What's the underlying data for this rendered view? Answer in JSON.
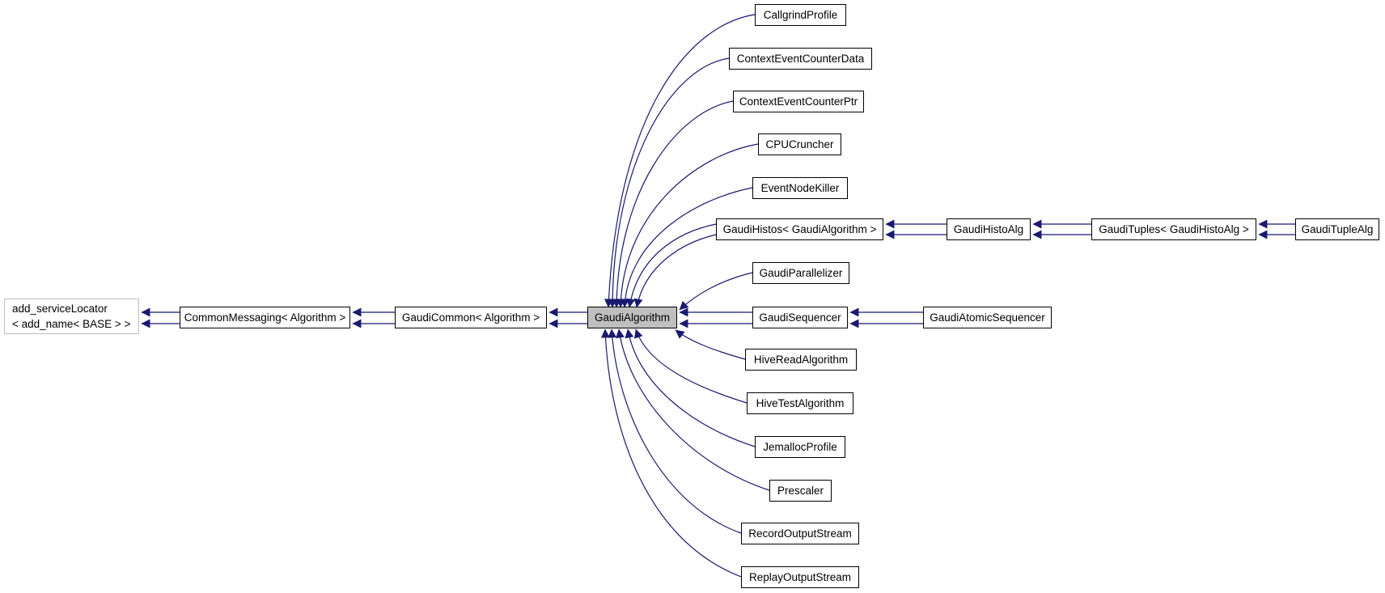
{
  "diagram": {
    "kind": "class-inheritance-graph",
    "colors": {
      "edge": "#191970",
      "node_border": "#000000",
      "selected_node_fill": "#bfbfbf",
      "muted_node_border": "#bfbfbf",
      "background": "#ffffff",
      "text": "#000000"
    },
    "nodes": [
      {
        "id": "add_serviceLocator",
        "label": "add_serviceLocator",
        "label2": "< add_name< BASE > >"
      },
      {
        "id": "CommonMessaging",
        "label": "CommonMessaging< Algorithm >"
      },
      {
        "id": "GaudiCommon",
        "label": "GaudiCommon< Algorithm >"
      },
      {
        "id": "GaudiAlgorithm",
        "label": "GaudiAlgorithm",
        "selected": true
      },
      {
        "id": "CallgrindProfile",
        "label": "CallgrindProfile"
      },
      {
        "id": "ContextEventCounterData",
        "label": "ContextEventCounterData"
      },
      {
        "id": "ContextEventCounterPtr",
        "label": "ContextEventCounterPtr"
      },
      {
        "id": "CPUCruncher",
        "label": "CPUCruncher"
      },
      {
        "id": "EventNodeKiller",
        "label": "EventNodeKiller"
      },
      {
        "id": "GaudiHistos",
        "label": "GaudiHistos< GaudiAlgorithm >"
      },
      {
        "id": "GaudiHistoAlg",
        "label": "GaudiHistoAlg"
      },
      {
        "id": "GaudiTuples",
        "label": "GaudiTuples< GaudiHistoAlg >"
      },
      {
        "id": "GaudiTupleAlg",
        "label": "GaudiTupleAlg"
      },
      {
        "id": "GaudiParallelizer",
        "label": "GaudiParallelizer"
      },
      {
        "id": "GaudiSequencer",
        "label": "GaudiSequencer"
      },
      {
        "id": "GaudiAtomicSequencer",
        "label": "GaudiAtomicSequencer"
      },
      {
        "id": "HiveReadAlgorithm",
        "label": "HiveReadAlgorithm"
      },
      {
        "id": "HiveTestAlgorithm",
        "label": "HiveTestAlgorithm"
      },
      {
        "id": "JemallocProfile",
        "label": "JemallocProfile"
      },
      {
        "id": "Prescaler",
        "label": "Prescaler"
      },
      {
        "id": "RecordOutputStream",
        "label": "RecordOutputStream"
      },
      {
        "id": "ReplayOutputStream",
        "label": "ReplayOutputStream"
      }
    ],
    "edges": [
      {
        "from": "CommonMessaging",
        "to": "add_serviceLocator",
        "double": true
      },
      {
        "from": "GaudiCommon",
        "to": "CommonMessaging",
        "double": true
      },
      {
        "from": "GaudiAlgorithm",
        "to": "GaudiCommon",
        "double": true
      },
      {
        "from": "CallgrindProfile",
        "to": "GaudiAlgorithm",
        "double": false
      },
      {
        "from": "ContextEventCounterData",
        "to": "GaudiAlgorithm",
        "double": false
      },
      {
        "from": "ContextEventCounterPtr",
        "to": "GaudiAlgorithm",
        "double": false
      },
      {
        "from": "CPUCruncher",
        "to": "GaudiAlgorithm",
        "double": false
      },
      {
        "from": "EventNodeKiller",
        "to": "GaudiAlgorithm",
        "double": false
      },
      {
        "from": "GaudiHistos",
        "to": "GaudiAlgorithm",
        "double": true
      },
      {
        "from": "GaudiHistoAlg",
        "to": "GaudiHistos",
        "double": true
      },
      {
        "from": "GaudiTuples",
        "to": "GaudiHistoAlg",
        "double": true
      },
      {
        "from": "GaudiTupleAlg",
        "to": "GaudiTuples",
        "double": true
      },
      {
        "from": "GaudiParallelizer",
        "to": "GaudiAlgorithm",
        "double": false
      },
      {
        "from": "GaudiSequencer",
        "to": "GaudiAlgorithm",
        "double": true
      },
      {
        "from": "GaudiAtomicSequencer",
        "to": "GaudiSequencer",
        "double": true
      },
      {
        "from": "HiveReadAlgorithm",
        "to": "GaudiAlgorithm",
        "double": false
      },
      {
        "from": "HiveTestAlgorithm",
        "to": "GaudiAlgorithm",
        "double": false
      },
      {
        "from": "JemallocProfile",
        "to": "GaudiAlgorithm",
        "double": false
      },
      {
        "from": "Prescaler",
        "to": "GaudiAlgorithm",
        "double": false
      },
      {
        "from": "RecordOutputStream",
        "to": "GaudiAlgorithm",
        "double": false
      },
      {
        "from": "ReplayOutputStream",
        "to": "GaudiAlgorithm",
        "double": false
      }
    ]
  }
}
